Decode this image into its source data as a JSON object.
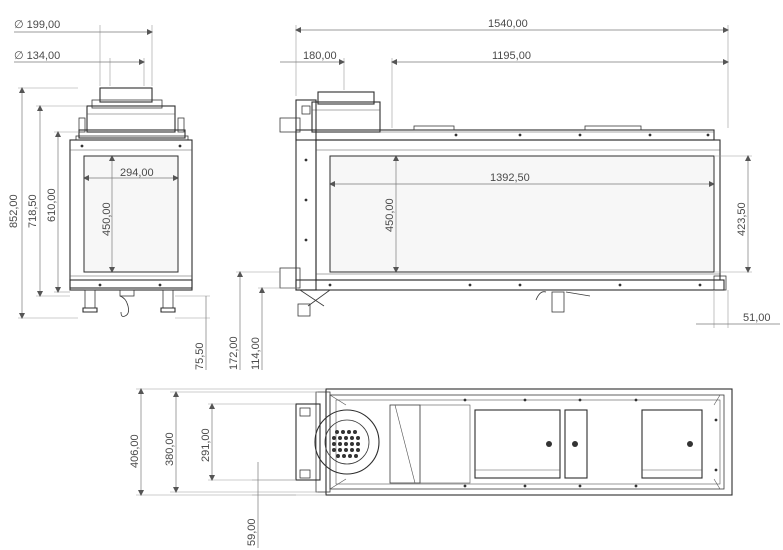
{
  "dimensions": {
    "front": {
      "dia_outer": "∅ 199,00",
      "dia_inner": "∅ 134,00",
      "width_294": "294,00",
      "height_450": "450,00",
      "height_852": "852,00",
      "height_718": "718,50",
      "height_610": "610,00",
      "height_75": "75,50"
    },
    "side": {
      "length_1540": "1540,00",
      "offset_180": "180,00",
      "length_1195": "1195,00",
      "length_1392": "1392,50",
      "height_450": "450,00",
      "height_423": "423,50",
      "depth_51": "51,00",
      "height_172": "172,00",
      "height_114": "114,00"
    },
    "top": {
      "width_406": "406,00",
      "width_380": "380,00",
      "width_291": "291,00",
      "offset_59": "59,00"
    }
  }
}
